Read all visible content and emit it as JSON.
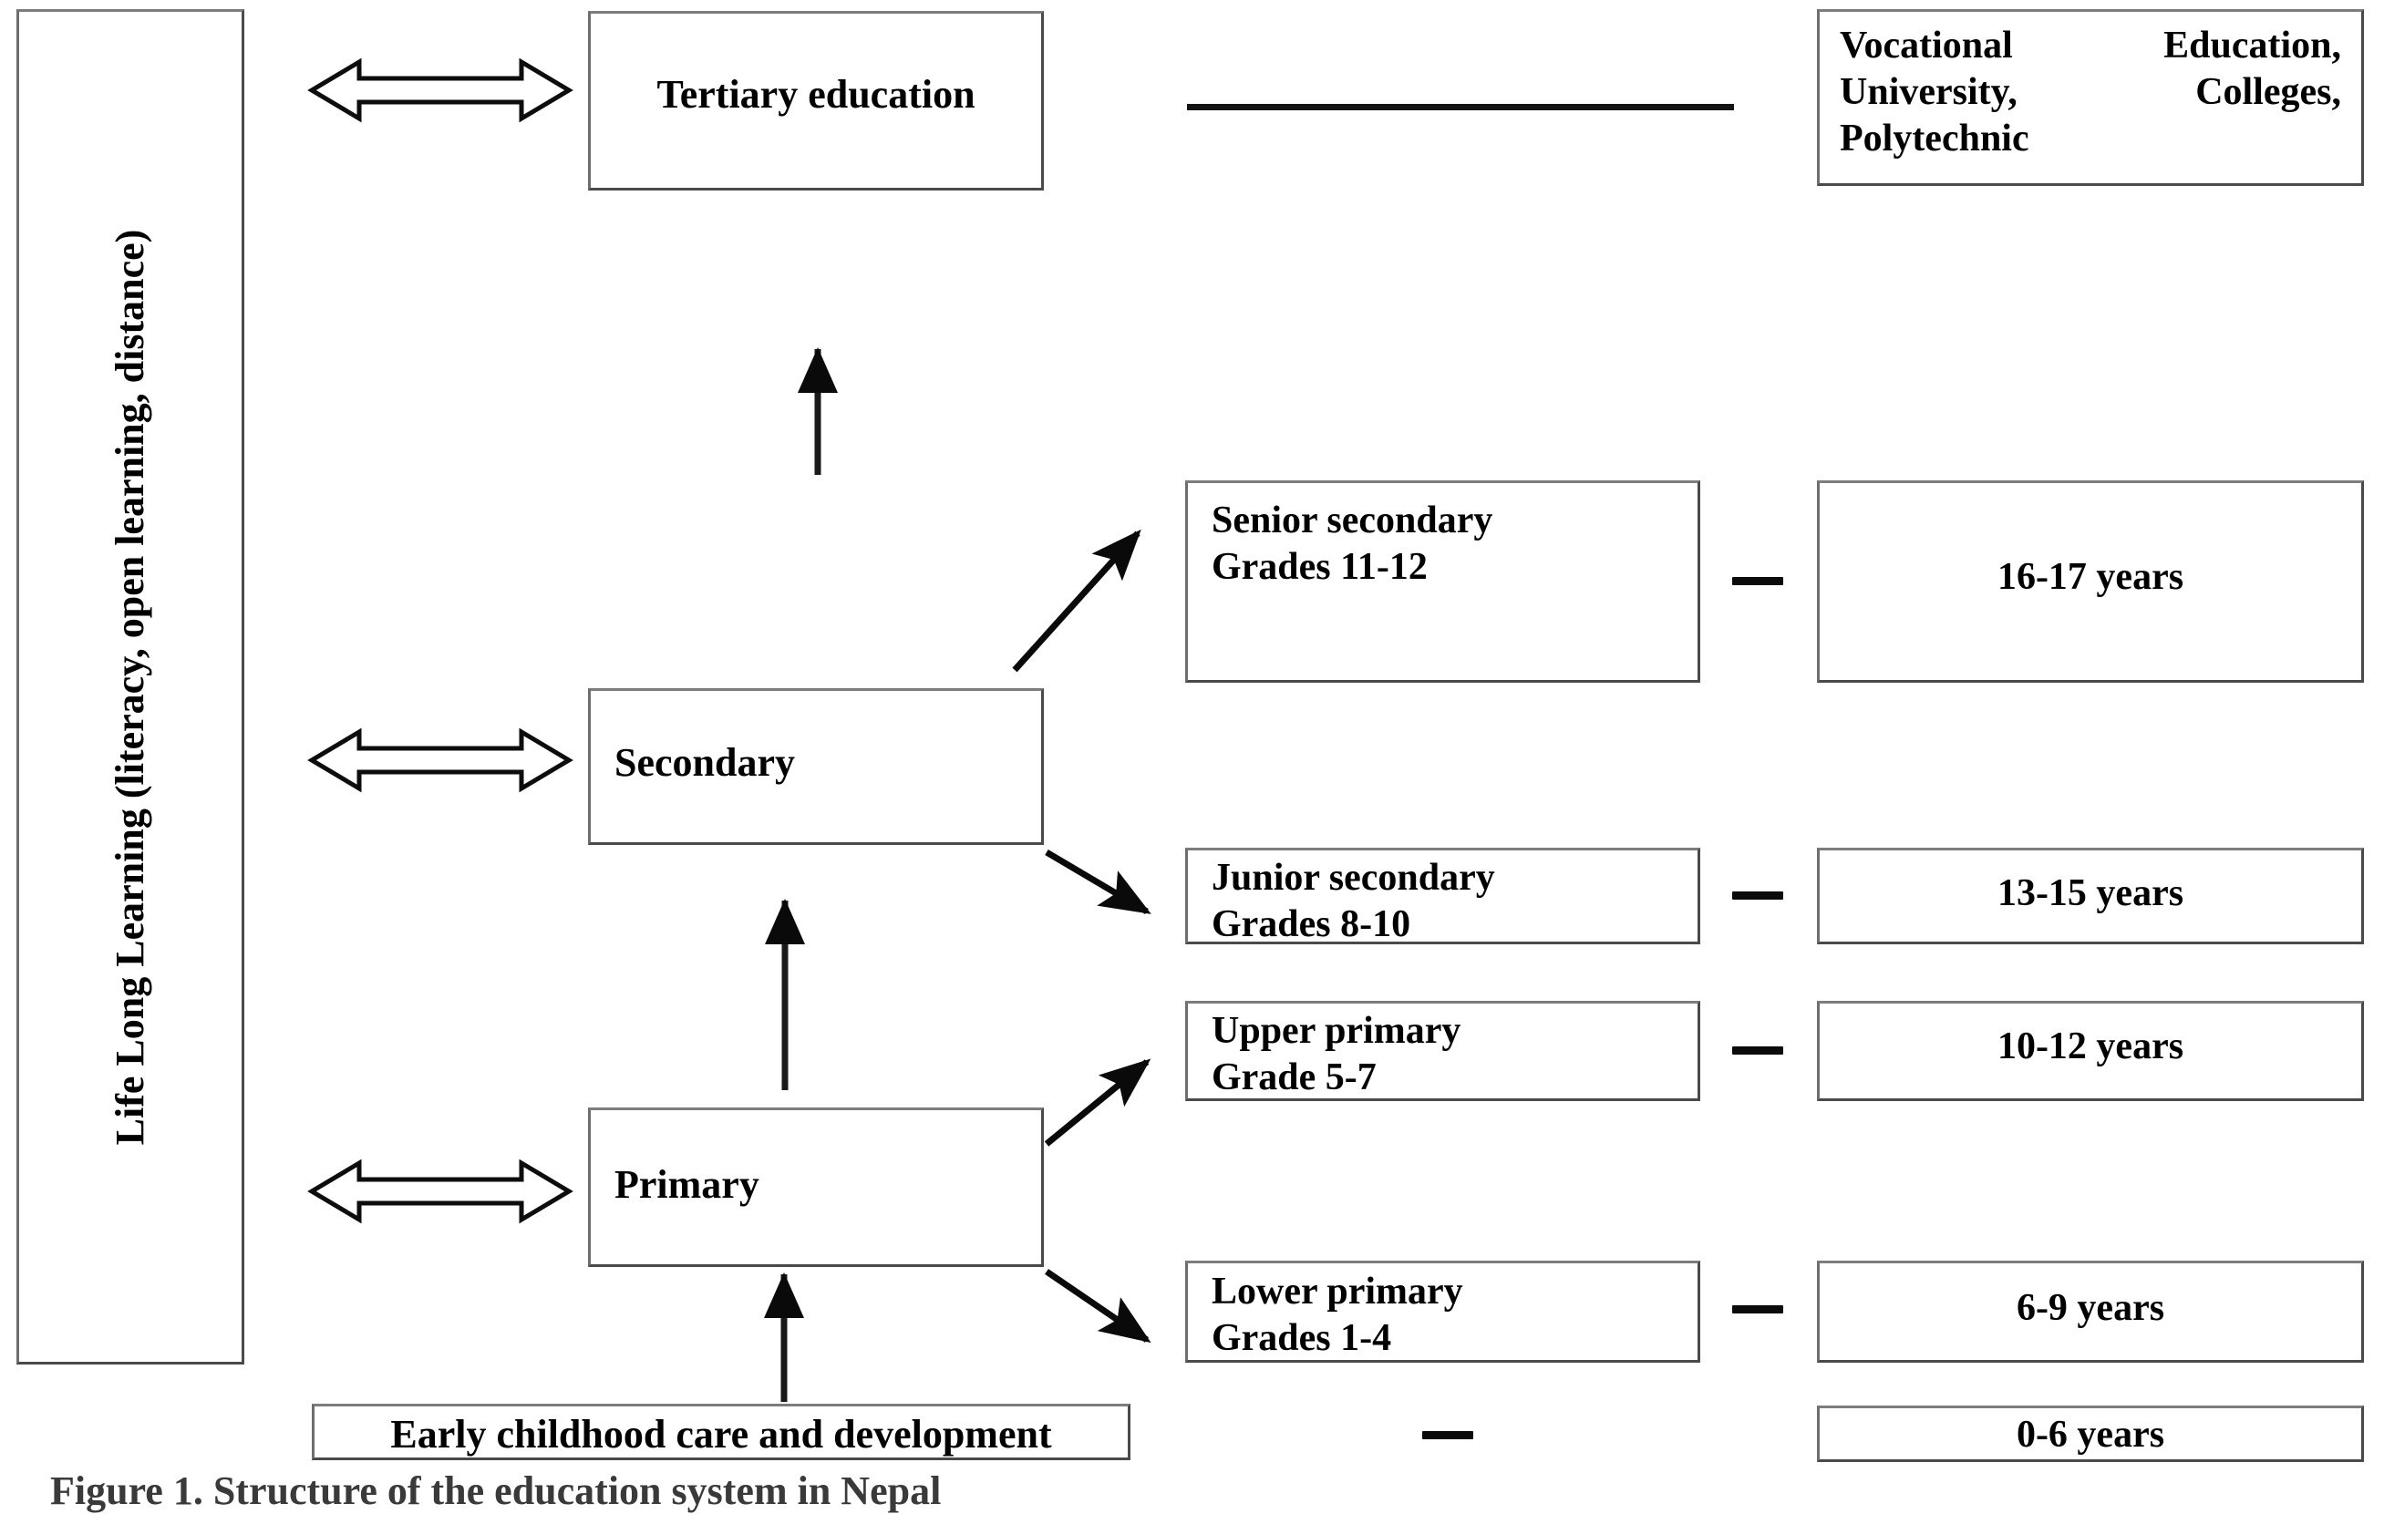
{
  "diagram": {
    "title": "Structure of the education system in Nepal",
    "lifelong_learning": {
      "label": "Life Long Learning (literacy, open learning, distance)"
    },
    "levels": {
      "tertiary": "Tertiary education",
      "secondary": "Secondary",
      "primary": "Primary",
      "early_childhood": "Early childhood care and development"
    },
    "tertiary_providers": "Vocational Education, University, Colleges, Polytechnic",
    "stages": [
      {
        "name": "Senior secondary",
        "grades": "Grades 11-12",
        "age": "16-17 years",
        "separator": "—"
      },
      {
        "name": "Junior secondary",
        "grades": "Grades 8-10",
        "age": "13-15 years",
        "separator": "—"
      },
      {
        "name": "Upper primary",
        "grades": "Grade 5-7",
        "age": "10-12 years",
        "separator": "—"
      },
      {
        "name": "Lower primary",
        "grades": "Grades 1-4",
        "age": "6-9 years",
        "separator": "—"
      },
      {
        "name": "",
        "grades": "",
        "age": "0-6 years",
        "separator": "—"
      }
    ],
    "caption_partial": "Figure 1. Structure of the education system in Nepal",
    "colors": {
      "ink": "#000000",
      "box_border": "#4a4a4a",
      "background": "#ffffff",
      "arrow": "#0a0a0a"
    }
  }
}
